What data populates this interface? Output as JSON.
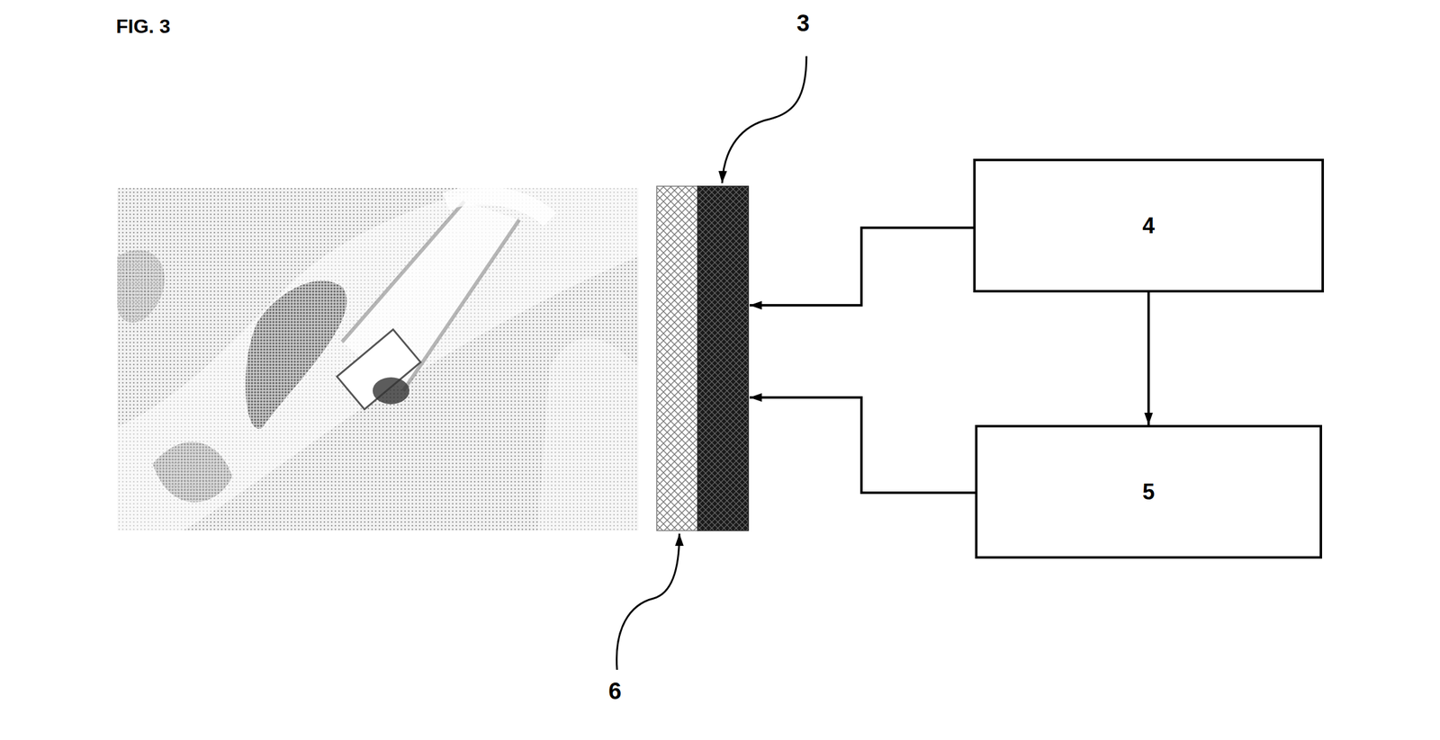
{
  "diagram": {
    "title": "FIG. 3",
    "nodes": [
      {
        "text": [
          "4"
        ]
      },
      {
        "text": [
          "5"
        ]
      }
    ],
    "edges": [
      {
        "from": 0,
        "to": 1,
        "arrow": "to"
      }
    ],
    "labels": [
      "3",
      "6"
    ]
  }
}
